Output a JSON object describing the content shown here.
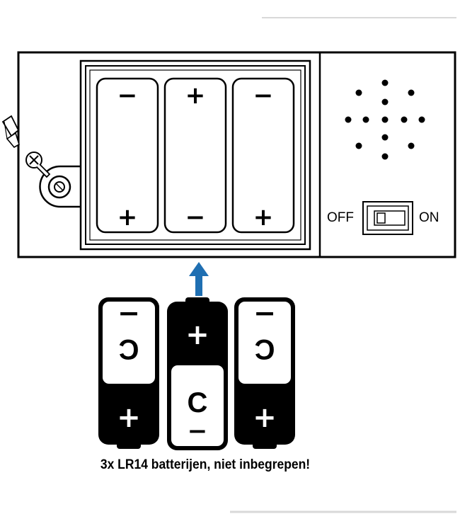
{
  "compartment": {
    "slots": [
      {
        "top": "−",
        "bottom": "+"
      },
      {
        "top": "+",
        "bottom": "−"
      },
      {
        "top": "−",
        "bottom": "+"
      }
    ]
  },
  "switch": {
    "off_label": "OFF",
    "on_label": "ON"
  },
  "batteries": [
    {
      "type": "C",
      "top_symbol": "−",
      "bottom_symbol": "+",
      "orientation": "inverted"
    },
    {
      "type": "C",
      "top_symbol": "+",
      "bottom_symbol": "−",
      "orientation": "upright"
    },
    {
      "type": "C",
      "top_symbol": "−",
      "bottom_symbol": "+",
      "orientation": "inverted"
    }
  ],
  "caption": "3x LR14 batterijen, niet inbegrepen!",
  "colors": {
    "arrow": "#1f6fb2",
    "ink": "#000000",
    "paper": "#ffffff"
  }
}
